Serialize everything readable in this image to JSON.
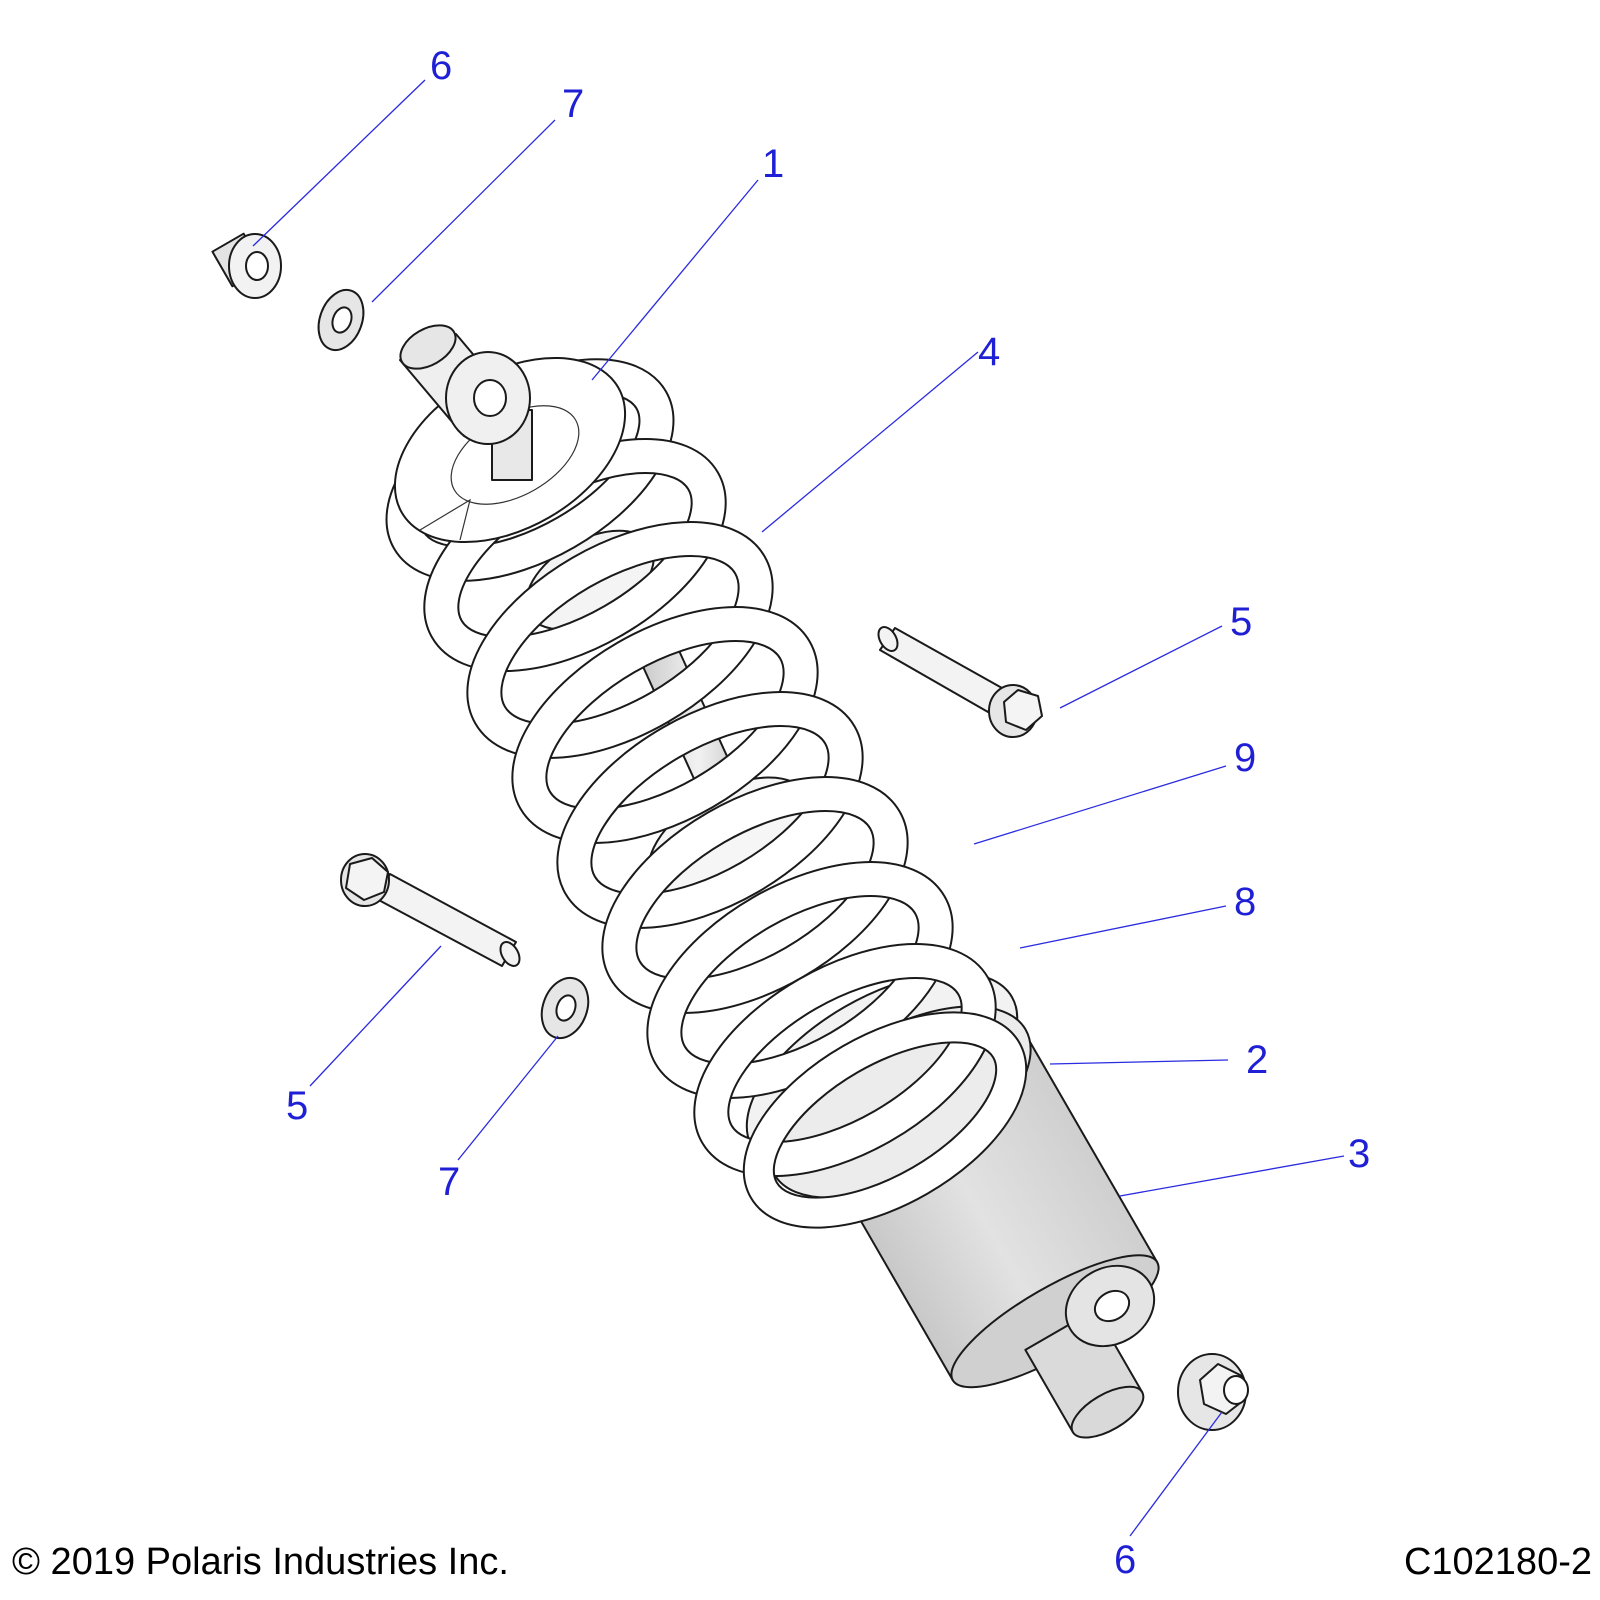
{
  "colors": {
    "callout": "#1f1fd6",
    "leader": "#2b2be0",
    "outline": "#1a1a1a",
    "spring": "#ffffff",
    "body": "#d7d7d7",
    "footer": "#000000"
  },
  "callouts": [
    {
      "id": "c6a",
      "text": "6"
    },
    {
      "id": "c7a",
      "text": "7"
    },
    {
      "id": "c1",
      "text": "1"
    },
    {
      "id": "c4",
      "text": "4"
    },
    {
      "id": "c5a",
      "text": "5"
    },
    {
      "id": "c9",
      "text": "9"
    },
    {
      "id": "c8",
      "text": "8"
    },
    {
      "id": "c5b",
      "text": "5"
    },
    {
      "id": "c2",
      "text": "2"
    },
    {
      "id": "c7b",
      "text": "7"
    },
    {
      "id": "c3",
      "text": "3"
    },
    {
      "id": "c6b",
      "text": "6"
    }
  ],
  "footer": {
    "copyright": "© 2019 Polaris Industries Inc.",
    "figure_id": "C102180-2"
  }
}
